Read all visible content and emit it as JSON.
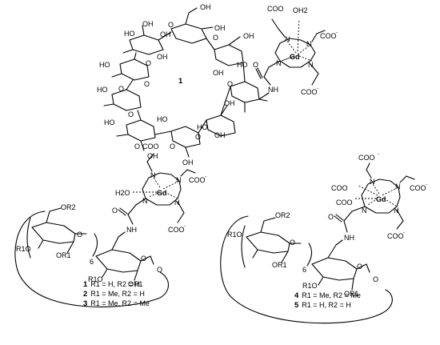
{
  "labels": {
    "compound_top": "1",
    "metal": "Gd",
    "water": "OH2",
    "water_left": "H2O",
    "carboxylate": "COO",
    "charge": "-",
    "nitrogen": "N",
    "amide_nh": "NH",
    "oxygen": "O",
    "hydroxyl": "OH",
    "hydroxyl_left": "HO",
    "or2": "OR2",
    "r1o": "R1O",
    "or1": "OR1",
    "repeat_count": "6"
  },
  "legend_left": [
    {
      "num": "1",
      "text": "R1 = H, R2 = H"
    },
    {
      "num": "2",
      "text": "R1 = Me, R2 = H"
    },
    {
      "num": "3",
      "text": "R1 = Me, R2 = Me"
    }
  ],
  "legend_right": [
    {
      "num": "4",
      "text": "R1 = Me, R2 = Me"
    },
    {
      "num": "5",
      "text": "R1 = H, R2 = H"
    }
  ]
}
